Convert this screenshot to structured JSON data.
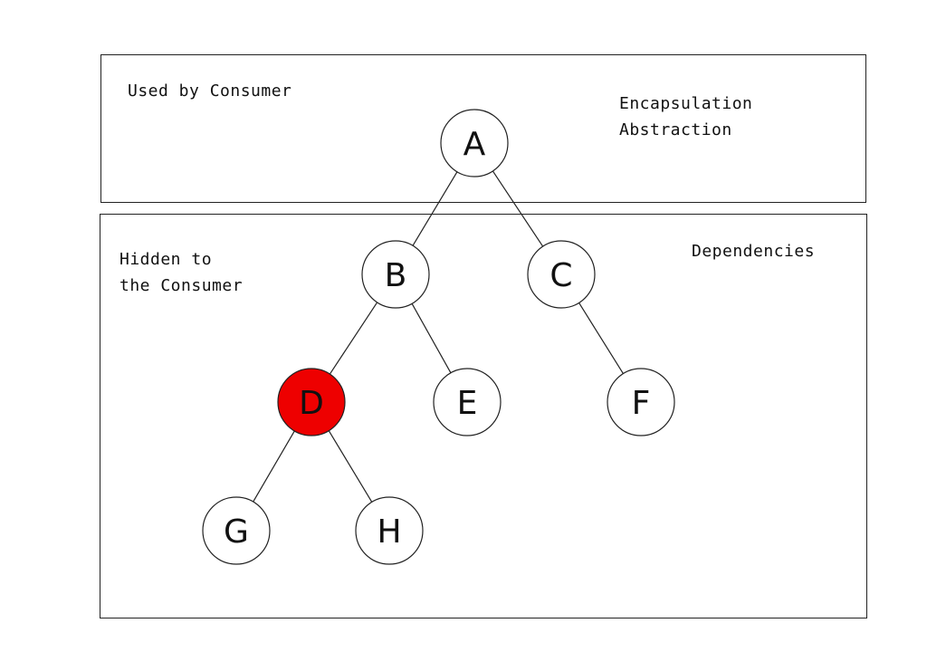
{
  "regions": {
    "consumer": {
      "lines": [
        "Used by Consumer"
      ]
    },
    "hidden": {
      "lines": [
        "Hidden to",
        "the Consumer"
      ]
    },
    "concepts": {
      "lines": [
        "Encapsulation",
        "Abstraction"
      ]
    },
    "dependencies": {
      "lines": [
        "Dependencies"
      ]
    }
  },
  "colors": {
    "node_fill": "#ffffff",
    "highlight_fill": "#ee0000",
    "stroke": "#222222"
  },
  "tree": {
    "nodes": [
      {
        "id": "A",
        "label": "A",
        "highlighted": false
      },
      {
        "id": "B",
        "label": "B",
        "highlighted": false
      },
      {
        "id": "C",
        "label": "C",
        "highlighted": false
      },
      {
        "id": "D",
        "label": "D",
        "highlighted": true
      },
      {
        "id": "E",
        "label": "E",
        "highlighted": false
      },
      {
        "id": "F",
        "label": "F",
        "highlighted": false
      },
      {
        "id": "G",
        "label": "G",
        "highlighted": false
      },
      {
        "id": "H",
        "label": "H",
        "highlighted": false
      }
    ],
    "edges": [
      {
        "from": "A",
        "to": "B"
      },
      {
        "from": "A",
        "to": "C"
      },
      {
        "from": "B",
        "to": "D"
      },
      {
        "from": "B",
        "to": "E"
      },
      {
        "from": "C",
        "to": "F"
      },
      {
        "from": "D",
        "to": "G"
      },
      {
        "from": "D",
        "to": "H"
      }
    ]
  }
}
